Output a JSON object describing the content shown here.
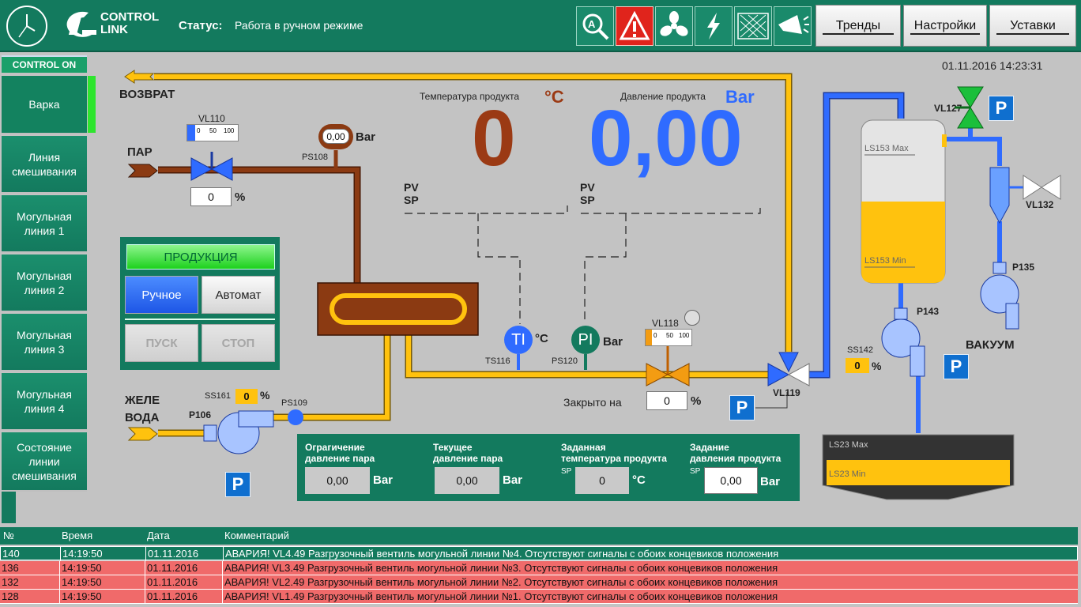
{
  "header": {
    "logo_line1": "CONTROL",
    "logo_line2": "LINK",
    "status_label": "Статус:",
    "status_value": "Работа в ручном режиме",
    "icons": [
      "search-icon",
      "alarm-icon",
      "fan-icon",
      "power-icon",
      "filter-icon",
      "horn-icon"
    ],
    "nav": [
      "Тренды",
      "Настройки",
      "Уставки"
    ]
  },
  "sidebar": {
    "mode": "CONTROL ON",
    "items": [
      {
        "label": "Варка"
      },
      {
        "label": "Линия смешивания"
      },
      {
        "label": "Могульная линия 1"
      },
      {
        "label": "Могульная линия 2"
      },
      {
        "label": "Могульная линия 3"
      },
      {
        "label": "Могульная линия 4"
      },
      {
        "label": "Состояние линии смешивания"
      }
    ]
  },
  "datetime": "01.11.2016 14:23:31",
  "process": {
    "return_label": "ВОЗВРАТ",
    "steam_label": "ПАР",
    "jele_label1": "ЖЕЛЕ",
    "jele_label2": "ВОДА",
    "vacuum_label": "ВАКУУМ",
    "temp_title": "Температура продукта",
    "temp_value": "0",
    "temp_unit": "°C",
    "press_title": "Давление продукта",
    "press_value": "0,00",
    "press_unit": "Bar",
    "pvsp_1a": "PV",
    "pvsp_1b": "SP",
    "pvsp_2a": "PV",
    "pvsp_2b": "SP",
    "vl110": {
      "tag": "VL110",
      "value": "0",
      "unit": "%",
      "scale": [
        "0",
        "50",
        "100"
      ]
    },
    "ps108": {
      "tag": "PS108",
      "value": "0,00",
      "unit": "Bar"
    },
    "vl118": {
      "tag": "VL118",
      "scale": [
        "0",
        "50",
        "100"
      ],
      "closed_label": "Закрыто на",
      "value": "0",
      "unit": "%"
    },
    "ts116": {
      "tag": "TS116",
      "symbol": "TI",
      "unit": "°C"
    },
    "ps120": {
      "tag": "PS120",
      "symbol": "PI",
      "unit": "Bar"
    },
    "vl119": {
      "tag": "VL119"
    },
    "vl127": {
      "tag": "VL127"
    },
    "vl132": {
      "tag": "VL132"
    },
    "p135": {
      "tag": "P135"
    },
    "p143": {
      "tag": "P143"
    },
    "p106": {
      "tag": "P106"
    },
    "ps109": {
      "tag": "PS109"
    },
    "ss161": {
      "tag": "SS161",
      "value": "0",
      "unit": "%"
    },
    "ss142": {
      "tag": "SS142",
      "value": "0",
      "unit": "%"
    },
    "ls153_max": "LS153 Max",
    "ls153_min": "LS153 Min",
    "ls23_max": "LS23 Max",
    "ls23_min": "LS23 Min",
    "p_label": "P"
  },
  "production": {
    "title": "ПРОДУКЦИЯ",
    "manual": "Ручное",
    "auto": "Автомат",
    "start": "ПУСК",
    "stop": "СТОП"
  },
  "params": {
    "p1": {
      "title1": "Ограгичение",
      "title2": "давление пара",
      "value": "0,00",
      "unit": "Bar"
    },
    "p2": {
      "title1": "Текущее",
      "title2": "давление пара",
      "value": "0,00",
      "unit": "Bar"
    },
    "p3": {
      "title1": "Заданная",
      "title2": "температура продукта",
      "sp": "SP",
      "value": "0",
      "unit": "°C"
    },
    "p4": {
      "title1": "Задание",
      "title2": "давления продукта",
      "sp": "SP",
      "value": "0,00",
      "unit": "Bar"
    }
  },
  "log": {
    "headers": [
      "№",
      "Время",
      "Дата",
      "Комментарий"
    ],
    "rows": [
      {
        "n": "140",
        "time": "14:19:50",
        "date": "01.11.2016",
        "comment": "АВАРИЯ! VL4.49 Разгрузочный вентиль могульной линии №4. Отсутствуют сигналы с обоих концевиков положения"
      },
      {
        "n": "136",
        "time": "14:19:50",
        "date": "01.11.2016",
        "comment": "АВАРИЯ! VL3.49 Разгрузочный вентиль могульной линии №3. Отсутствуют сигналы с обоих концевиков положения"
      },
      {
        "n": "132",
        "time": "14:19:50",
        "date": "01.11.2016",
        "comment": "АВАРИЯ! VL2.49 Разгрузочный вентиль могульной линии №2. Отсутствуют сигналы с обоих концевиков положения"
      },
      {
        "n": "128",
        "time": "14:19:50",
        "date": "01.11.2016",
        "comment": "АВАРИЯ! VL1.49 Разгрузочный вентиль могульной линии №1. Отсутствуют сигналы с обоих концевиков положения"
      }
    ]
  },
  "colors": {
    "brand_green": "#137a5e",
    "pipe_yellow": "#ffc20e",
    "pipe_brown": "#8b3a12",
    "pipe_blue": "#2f6bff",
    "alarm_red": "#f06a6a"
  }
}
